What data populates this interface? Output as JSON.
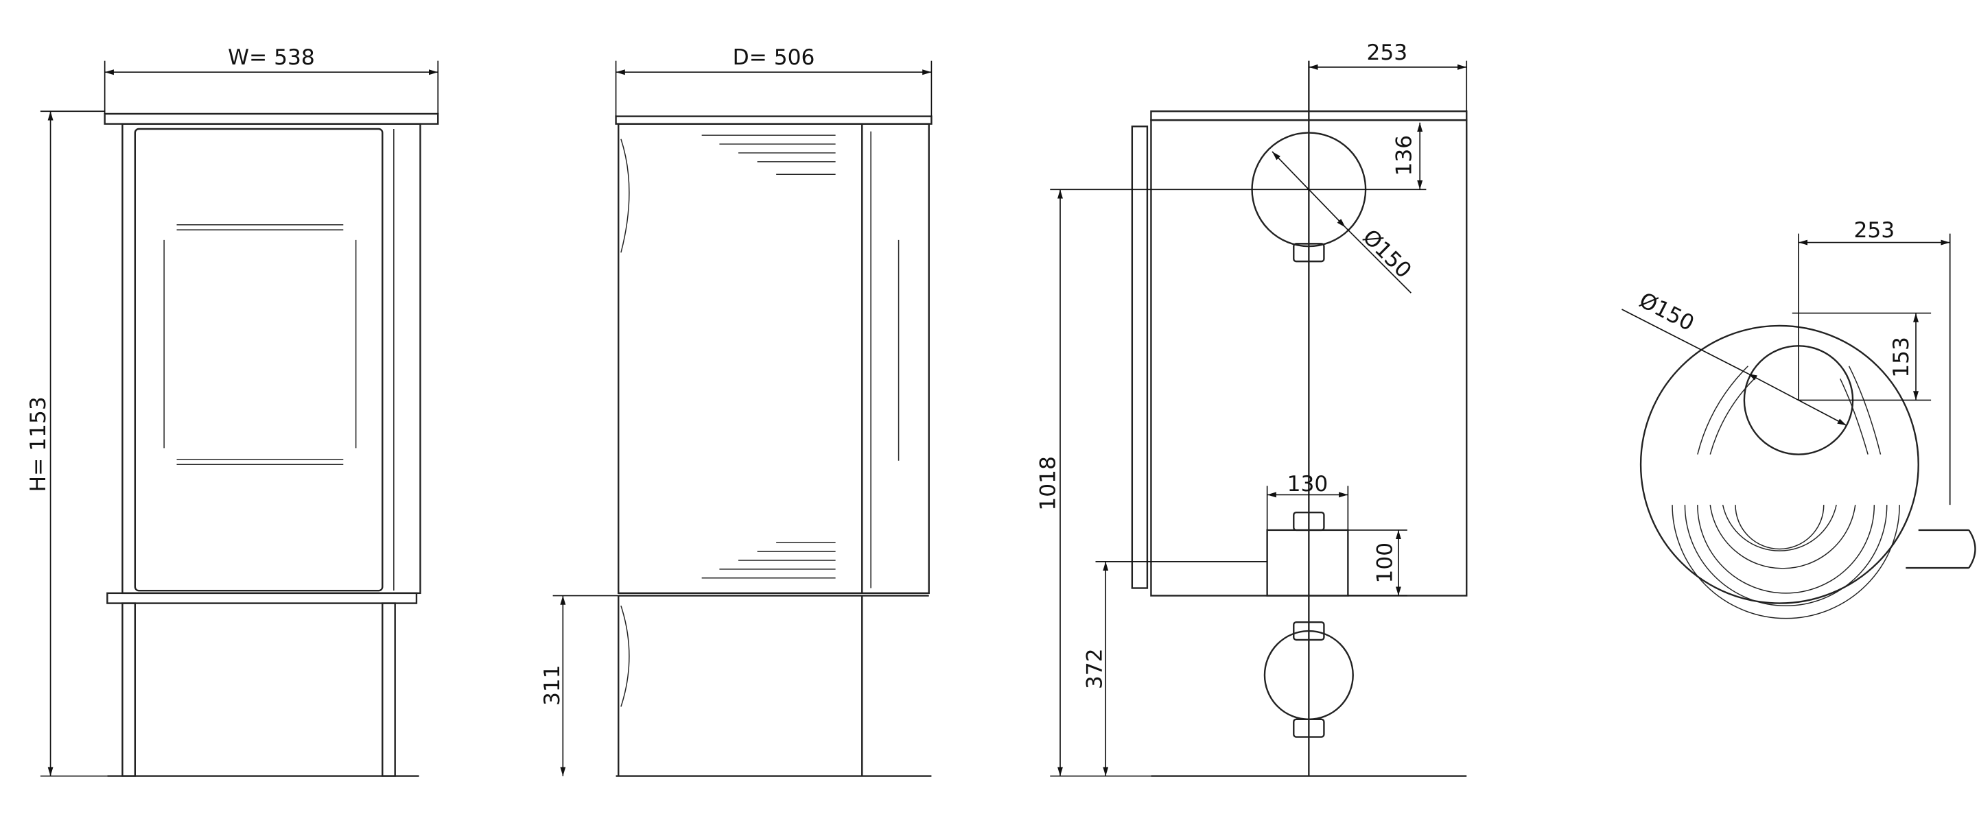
{
  "views": {
    "front": {
      "width_label": "W=  538",
      "height_label": "H=  1153"
    },
    "side": {
      "depth_label": "D=  506",
      "base_label": "311"
    },
    "back": {
      "flue_offset_label": "253",
      "flue_top_label": "136",
      "flue_diameter_label": "Ø150",
      "flue_height_label": "1018",
      "air_width_label": "130",
      "air_height_label": "100",
      "air_center_label": "372"
    },
    "top": {
      "flue_offset_label": "253",
      "flue_diameter_label": "Ø150",
      "flue_depth_label": "153"
    }
  }
}
